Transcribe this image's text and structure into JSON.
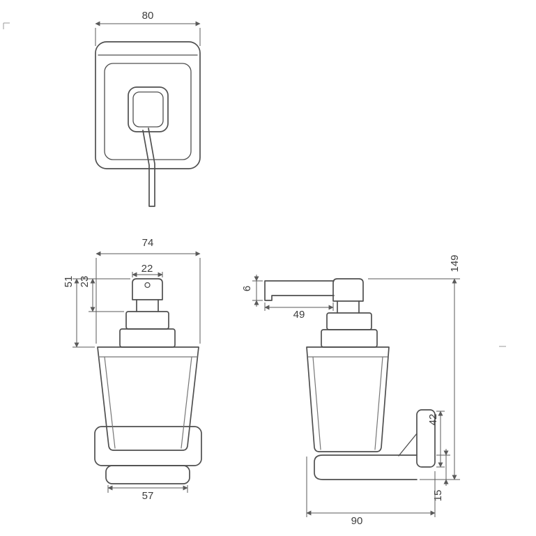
{
  "drawing": {
    "kind": "technical-dimension-drawing",
    "subject": "wall-mounted glass soap dispenser with square mounting plate",
    "background_color": "#ffffff",
    "outline_color": "#4f4f4f",
    "dimension_color": "#5a5a5a"
  },
  "dimensions": {
    "mount_width": "80",
    "body_width": "74",
    "pump_height": "51",
    "pump_upper_height": "23",
    "pump_head_width": "22",
    "base_width": "57",
    "spout_thickness": "6",
    "spout_reach": "49",
    "total_height": "149",
    "bracket_height": "42",
    "holder_lip_height": "15",
    "depth": "90"
  }
}
